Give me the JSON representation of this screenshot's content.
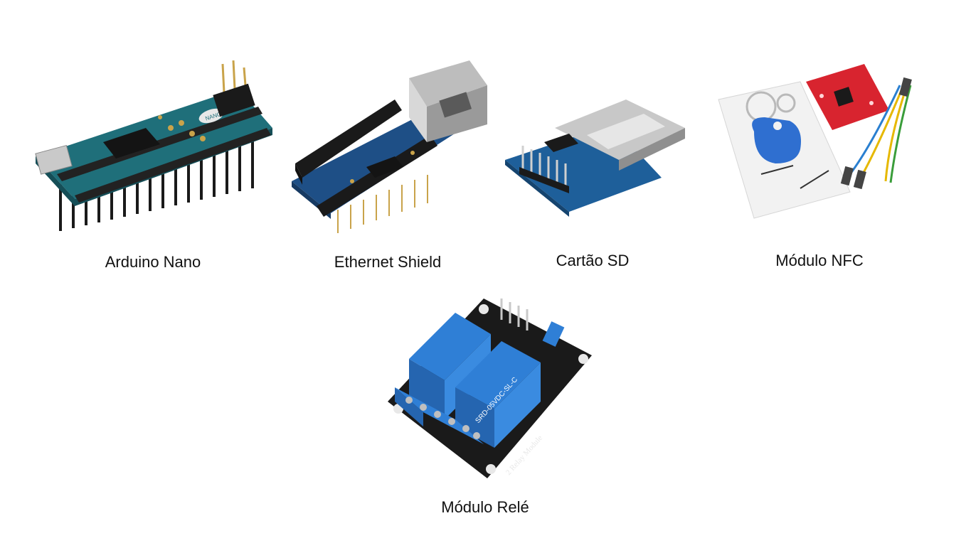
{
  "modules": [
    {
      "id": "arduino-nano",
      "label": "Arduino Nano",
      "board_color": "#1f6f7a",
      "chip_label": "NANO"
    },
    {
      "id": "ethernet-shield",
      "label": "Ethernet Shield",
      "board_color": "#1e4f86"
    },
    {
      "id": "sd-card",
      "label": "Cartão SD",
      "board_color": "#1e5f9a"
    },
    {
      "id": "nfc-module",
      "label": "Módulo NFC",
      "board_color": "#d8242f",
      "tag_color": "#2f6fd0"
    },
    {
      "id": "relay-module",
      "label": "Módulo Relé",
      "board_color": "#1a1a1a",
      "relay_color": "#2f7fd6",
      "relay_text": "SRD-05VDC-SL-C",
      "board_text": "2 Relay Module"
    }
  ]
}
